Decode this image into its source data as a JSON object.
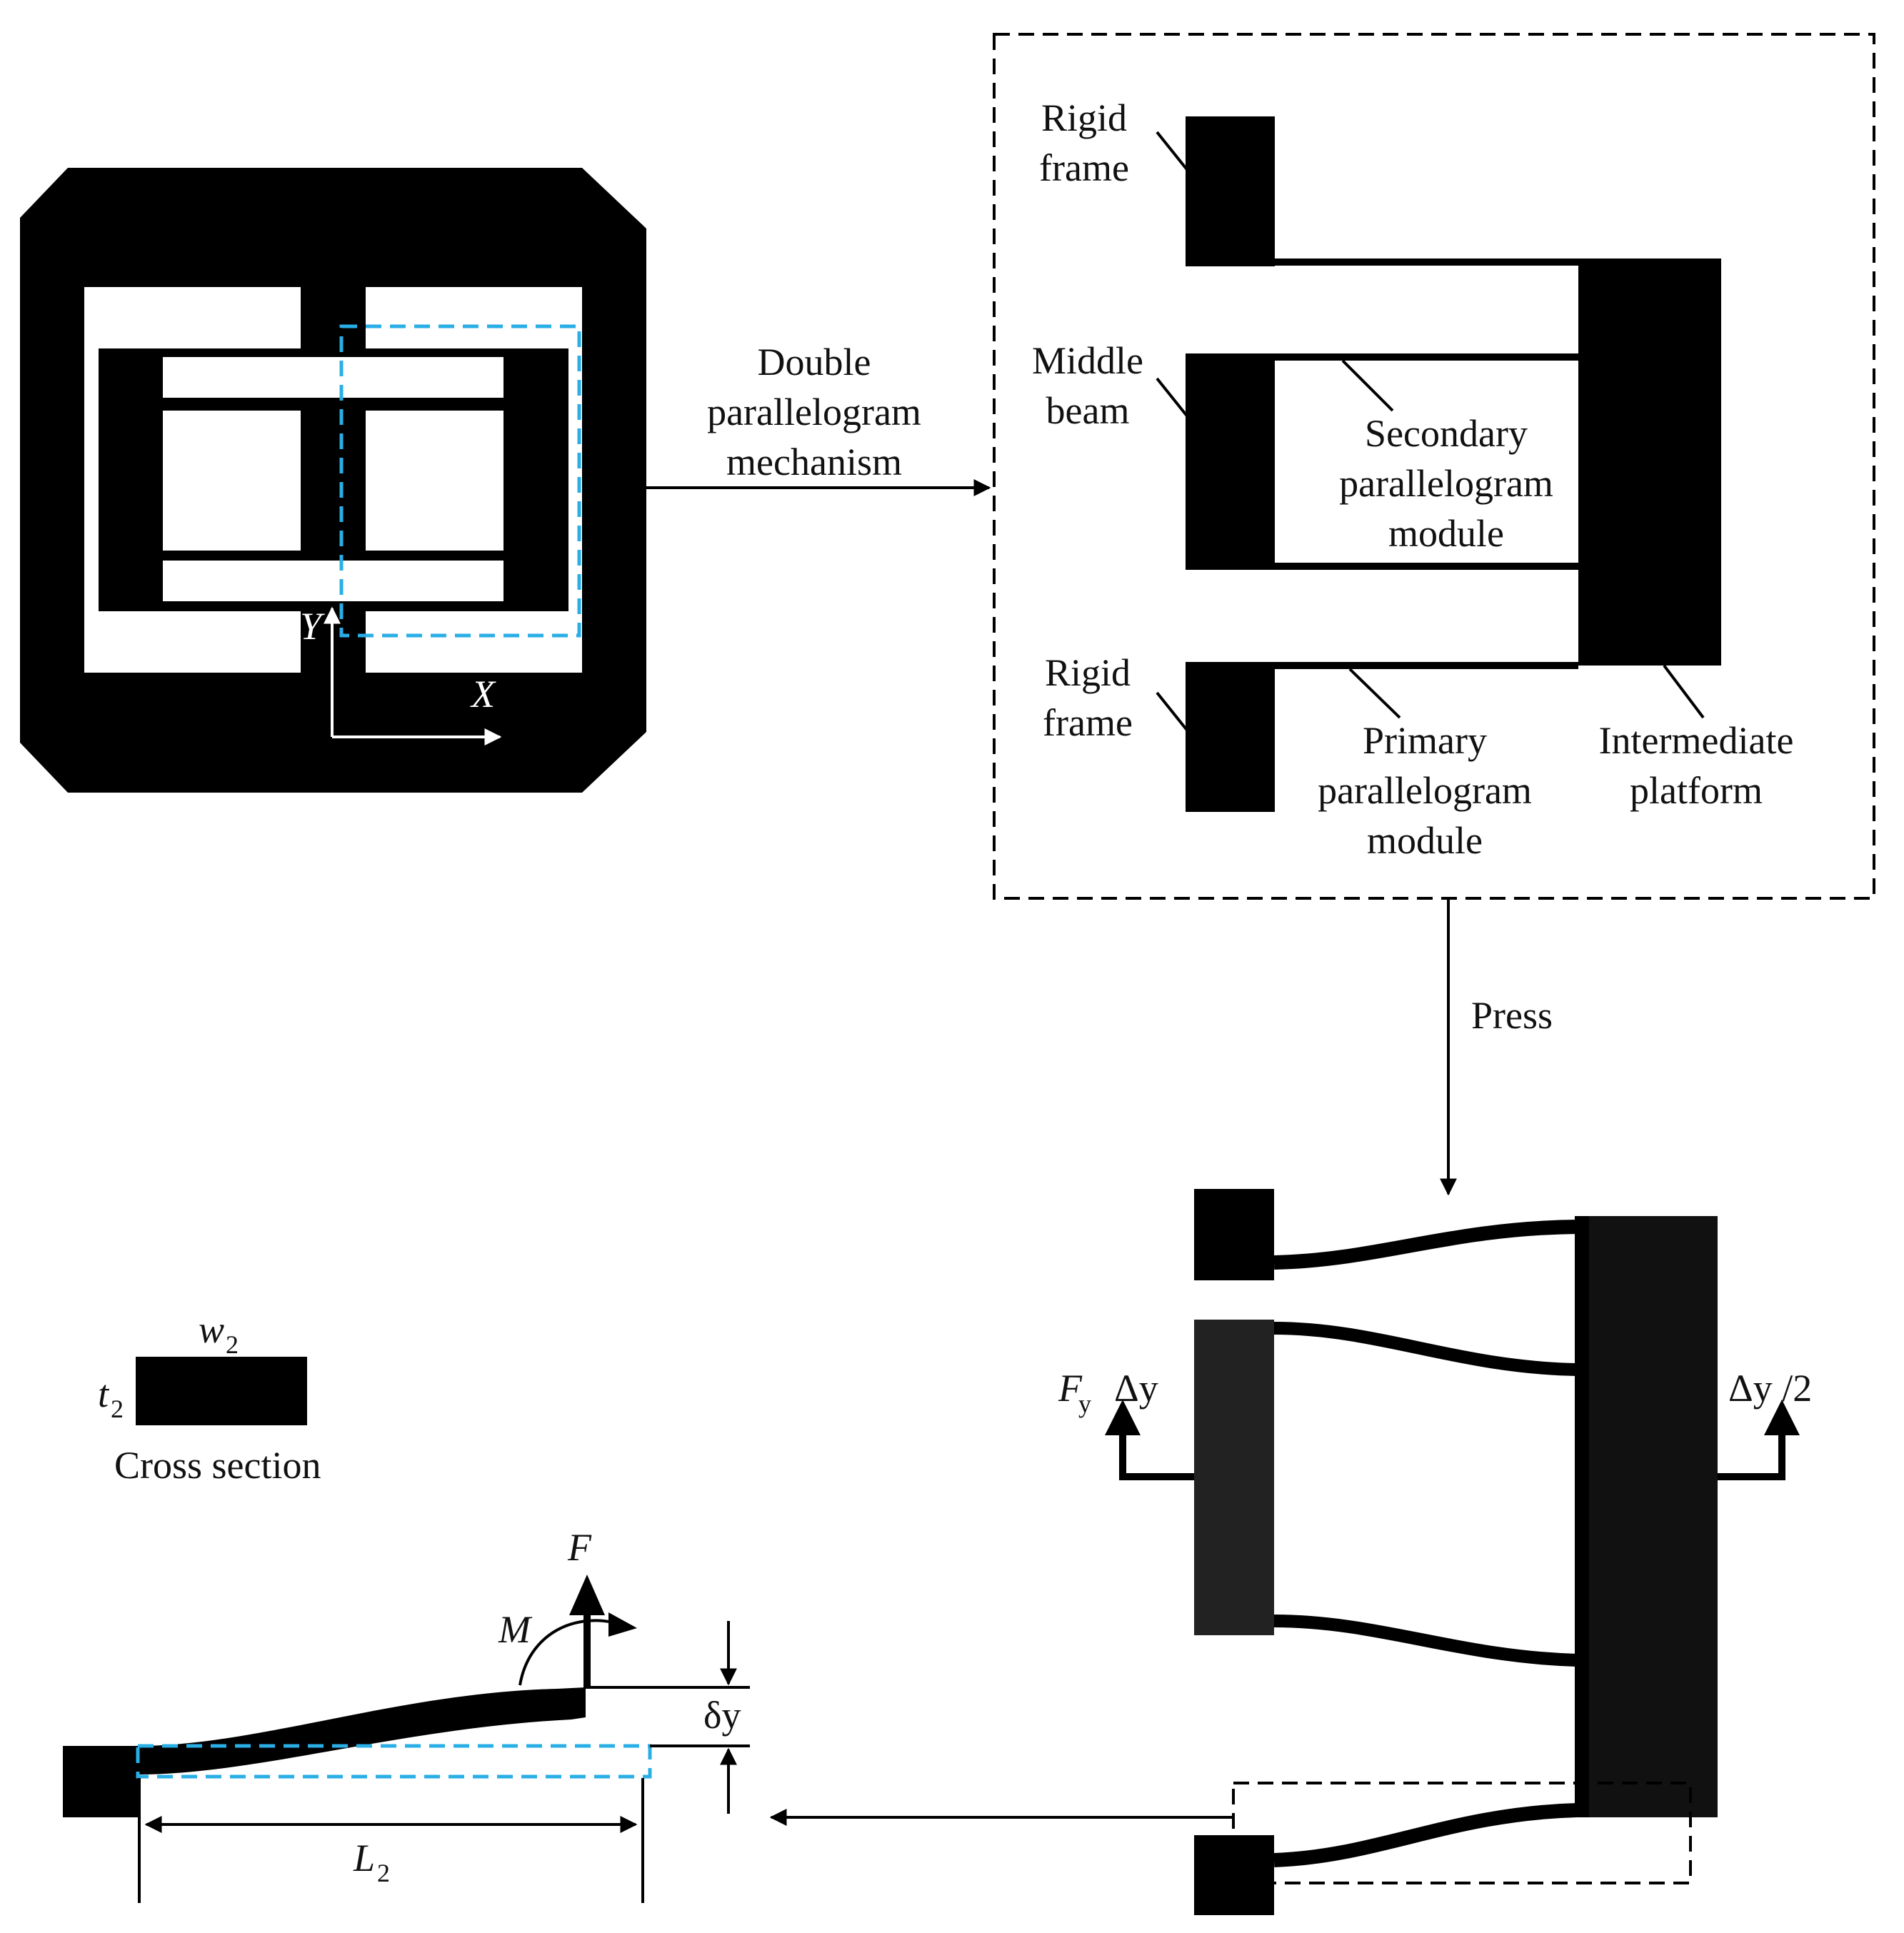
{
  "colors": {
    "ink": "#000000",
    "mechanism_gray": "#222222",
    "highlight": "#29aee6",
    "paper": "#ffffff"
  },
  "labels": {
    "arrow_top": [
      "Double",
      "parallelogram",
      "mechanism"
    ],
    "rigid_frame_top": [
      "Rigid",
      "frame"
    ],
    "middle_beam": [
      "Middle",
      "beam"
    ],
    "secondary_module": [
      "Secondary",
      "parallelogram",
      "module"
    ],
    "rigid_frame_bottom": [
      "Rigid",
      "frame"
    ],
    "primary_module": [
      "Primary",
      "parallelogram",
      "module"
    ],
    "intermediate_platform": [
      "Intermediate",
      "platform"
    ],
    "press": "Press",
    "force_fy_main": "F",
    "force_fy_sub": "y",
    "delta_y": "Δy",
    "delta_y_half": "Δy /2",
    "axis_x": "X",
    "axis_y": "Y",
    "width_main": "w",
    "width_sub": "2",
    "thickness_main": "t",
    "thickness_sub": "2",
    "cross_section": "Cross section",
    "force_f": "F",
    "moment_m": "M",
    "deflection": "δy",
    "length_main": "L",
    "length_sub": "2"
  }
}
